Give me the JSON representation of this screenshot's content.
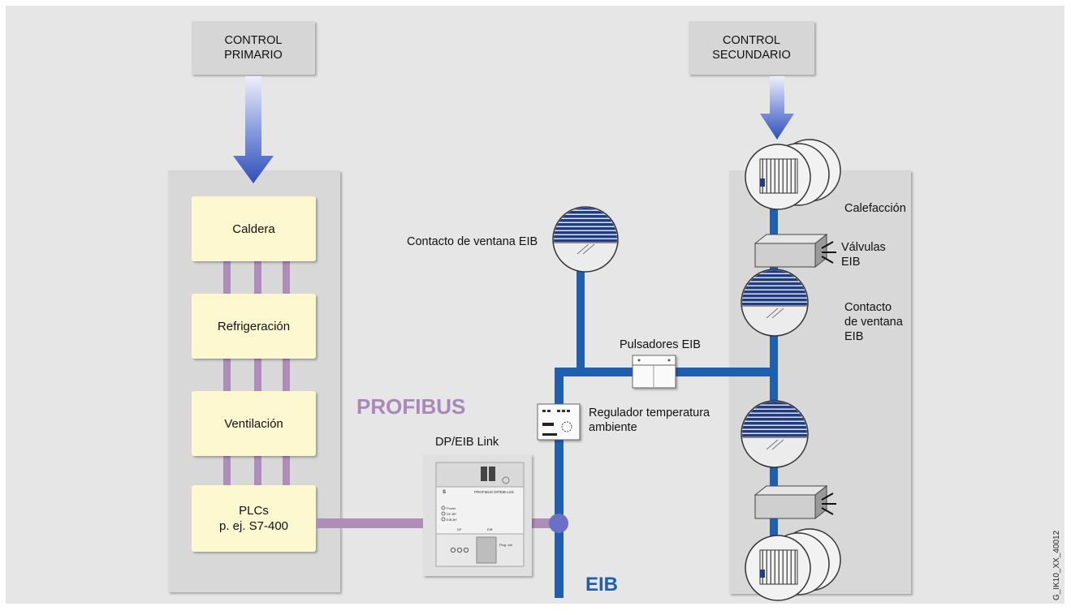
{
  "colors": {
    "background": "#e6e6e6",
    "panel": "#d8d8d8",
    "module": "#fdf8cf",
    "profibus": "#ae8db9",
    "eib": "#1e5fb0",
    "arrow": "#4a66c8"
  },
  "control_primario": {
    "line1": "CONTROL",
    "line2": "PRIMARIO"
  },
  "control_secundario": {
    "line1": "CONTROL",
    "line2": "SECUNDARIO"
  },
  "modules": {
    "caldera": "Caldera",
    "refrigeracion": "Refrigeración",
    "ventilacion": "Ventilación",
    "plc_line1": "PLCs",
    "plc_line2": "p. ej. S7-400"
  },
  "profibus_label": "PROFIBUS",
  "eib_label": "EIB",
  "dp_eib_link": "DP/EIB Link",
  "link_device": {
    "brand": "S",
    "product": "PROFIBUS DP/EIB-Link",
    "led_power": "Power",
    "led_dpat": "DP-BF",
    "led_eibat": "EIB-BF",
    "port_dp": "DP",
    "port_eib": "EIB",
    "plug": "Plug. dat"
  },
  "contacto_ventana_left": "Contacto de ventana EIB",
  "pulsadores": "Pulsadores EIB",
  "regulador": {
    "line1": "Regulador temperatura",
    "line2": "ambiente"
  },
  "calefaccion": "Calefacción",
  "valvulas": {
    "line1": "Válvulas",
    "line2": "EIB"
  },
  "contacto_ventana_right": {
    "line1": "Contacto",
    "line2": "de ventana",
    "line3": "EIB"
  },
  "figure_code": "G_IK10_XX_40012"
}
